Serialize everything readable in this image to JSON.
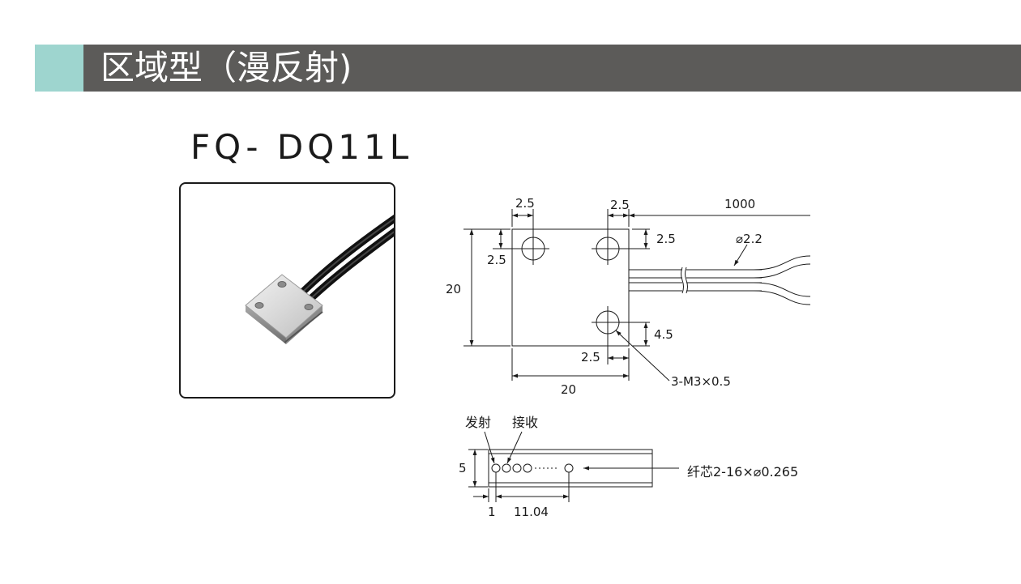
{
  "header": {
    "title": "区域型（漫反射)",
    "accent_color": "#9ed5cf",
    "band_color": "#5c5b59"
  },
  "product": {
    "model": "FQ- DQ11L",
    "photo_icon": "sensor-head-photo"
  },
  "drawing_top": {
    "dim_hole_left_x": "2.5",
    "dim_hole_right_x": "2.5",
    "dim_cable_length": "1000",
    "dim_hole_top_right_y": "2.5",
    "dim_hole_top_left_y": "2.5",
    "dim_cable_diameter": "⌀2.2",
    "dim_height": "20",
    "dim_hole_bottom_y": "4.5",
    "dim_hole_bottom_x": "2.5",
    "thread_label": "3-M3×0.5",
    "dim_width": "20"
  },
  "drawing_side": {
    "emitter_label": "发射",
    "receiver_label": "接收",
    "dim_thickness": "5",
    "fiber_label": "纤芯2-16×⌀0.265",
    "dim_offset": "1",
    "dim_span": "11.04"
  }
}
